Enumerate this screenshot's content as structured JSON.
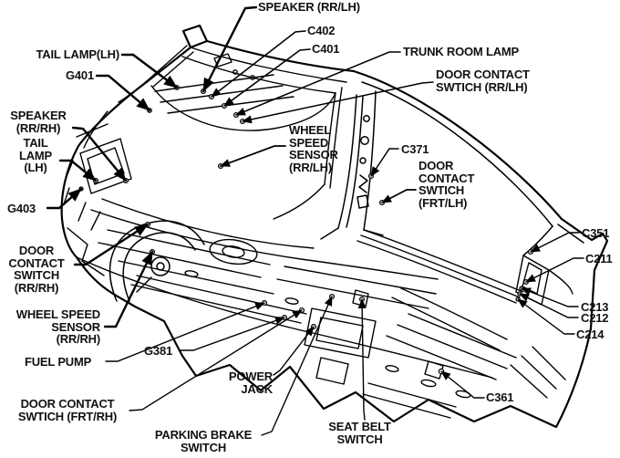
{
  "figure": {
    "background": "#ffffff",
    "line_color": "#000000",
    "text_color": "#111111",
    "description_type": "vehicle-body-connector-location-line-art"
  },
  "labels": {
    "speaker_rr_lh": "SPEAKER (RR/LH)",
    "c402": "C402",
    "c401": "C401",
    "trunk_room_lamp": "TRUNK ROOM LAMP",
    "door_contact_swtich_rr_lh": "DOOR CONTACT\nSWTICH (RR/LH)",
    "tail_lamp_lh_top": "TAIL LAMP(LH)",
    "g401": "G401",
    "speaker_rr_rh": "SPEAKER\n(RR/RH)",
    "tail_lamp_lh_side": "TAIL\nLAMP\n(LH)",
    "g403": "G403",
    "wheel_speed_sensor_rr_lh": "WHEEL\nSPEED\nSENSOR\n(RR/LH)",
    "c371": "C371",
    "door_contact_swtich_frt_lh": "DOOR\nCONTACT\nSWTICH\n(FRT/LH)",
    "c351": "C351",
    "c211": "C211",
    "c213": "C213",
    "c212": "C212",
    "c214": "C214",
    "door_contact_switch_rr_rh": "DOOR\nCONTACT\nSWITCH\n(RR/RH)",
    "wheel_speed_sensor_rr_rh": "WHEEL SPEED\nSENSOR\n(RR/RH)",
    "fuel_pump": "FUEL PUMP",
    "g381": "G381",
    "door_contact_swtich_frt_rh": "DOOR CONTACT\nSWTICH (FRT/RH)",
    "power_jack": "POWER\nJACK",
    "parking_brake_switch": "PARKING BRAKE\nSWITCH",
    "seat_belt_switch": "SEAT BELT\nSWITCH",
    "c361": "C361"
  }
}
